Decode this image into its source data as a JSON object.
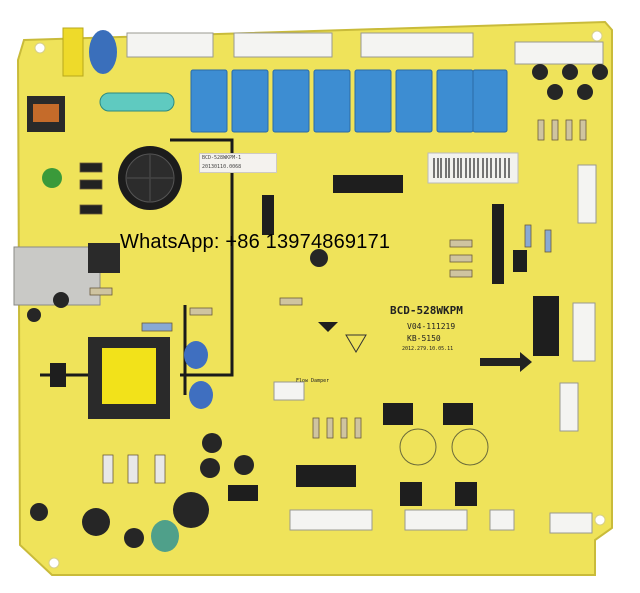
{
  "overlay": {
    "watermark": "WhatsApp: +86 13974869171"
  },
  "board": {
    "model": "BCD-528WKPM",
    "version": "V04-111219",
    "code": "KB-5150",
    "date": "2012.279.10.05.11",
    "sticker_line1": "BCD-528WKPM-1",
    "sticker_line2": "20130110.0068",
    "flow_label": "Flow Damper"
  },
  "colors": {
    "pcb": "#efe35a",
    "relay": "#3d8dd2",
    "trace": "#1a1a1a",
    "transformer_core": "#f2e21a",
    "capacitor_blue": "#3f6fc0",
    "connector": "#f2f2f2"
  }
}
